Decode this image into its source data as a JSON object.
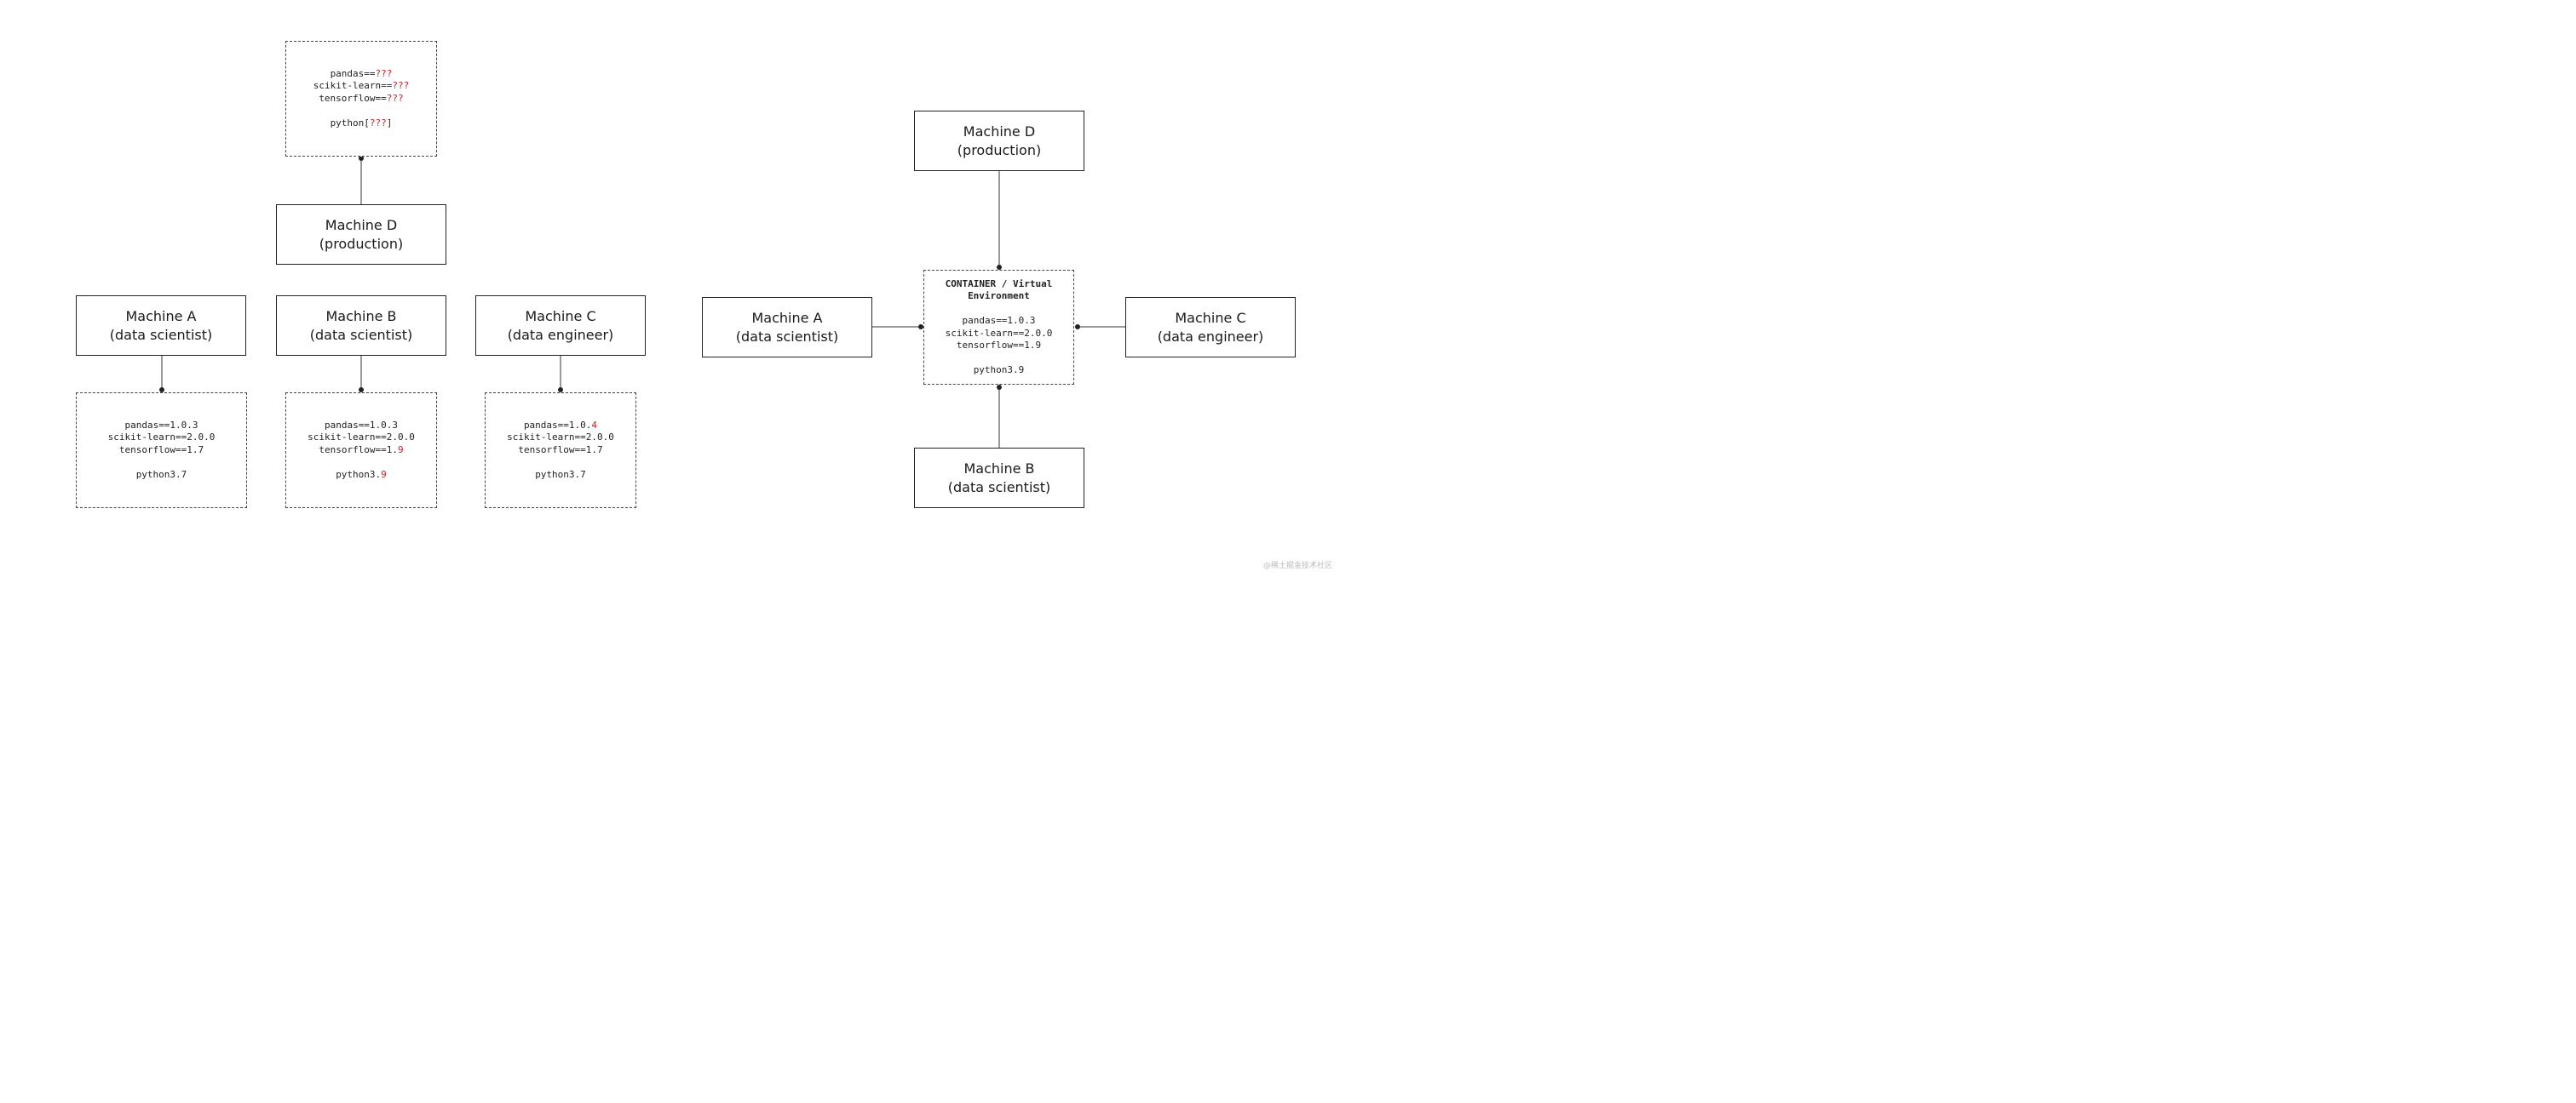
{
  "left": {
    "prod_env": {
      "pandas": [
        "pandas==",
        "???"
      ],
      "sklearn": [
        "scikit-learn==",
        "???"
      ],
      "tf": [
        "tensorflow==",
        "???"
      ],
      "py": [
        "python[",
        "???",
        "]"
      ]
    },
    "machine_d": {
      "name": "Machine D",
      "role": "(production)"
    },
    "machine_a": {
      "name": "Machine A",
      "role": "(data scientist)"
    },
    "machine_b": {
      "name": "Machine B",
      "role": "(data scientist)"
    },
    "machine_c": {
      "name": "Machine C",
      "role": "(data engineer)"
    },
    "env_a": {
      "pandas": "pandas==1.0.3",
      "sklearn": "scikit-learn==2.0.0",
      "tf": "tensorflow==1.7",
      "py": "python3.7"
    },
    "env_b": {
      "pandas": "pandas==1.0.3",
      "sklearn": "scikit-learn==2.0.0",
      "tf": [
        "tensorflow==1.",
        "9"
      ],
      "py": [
        "python3.",
        "9"
      ]
    },
    "env_c": {
      "pandas": [
        "pandas==1.0.",
        "4"
      ],
      "sklearn": "scikit-learn==2.0.0",
      "tf": "tensorflow==1.7",
      "py": "python3.7"
    }
  },
  "right": {
    "machine_d": {
      "name": "Machine D",
      "role": "(production)"
    },
    "machine_a": {
      "name": "Machine A",
      "role": "(data scientist)"
    },
    "machine_c": {
      "name": "Machine C",
      "role": "(data engineer)"
    },
    "machine_b": {
      "name": "Machine B",
      "role": "(data scientist)"
    },
    "container": {
      "title_1": "CONTAINER / Virtual",
      "title_2": "Environment",
      "pandas": "pandas==1.0.3",
      "sklearn": "scikit-learn==2.0.0",
      "tf": "tensorflow==1.9",
      "py": "python3.9"
    }
  },
  "colors": {
    "highlight": "#c0262d",
    "line": "#333333",
    "border": "#222222"
  },
  "watermark": "@稀土掘金技术社区"
}
